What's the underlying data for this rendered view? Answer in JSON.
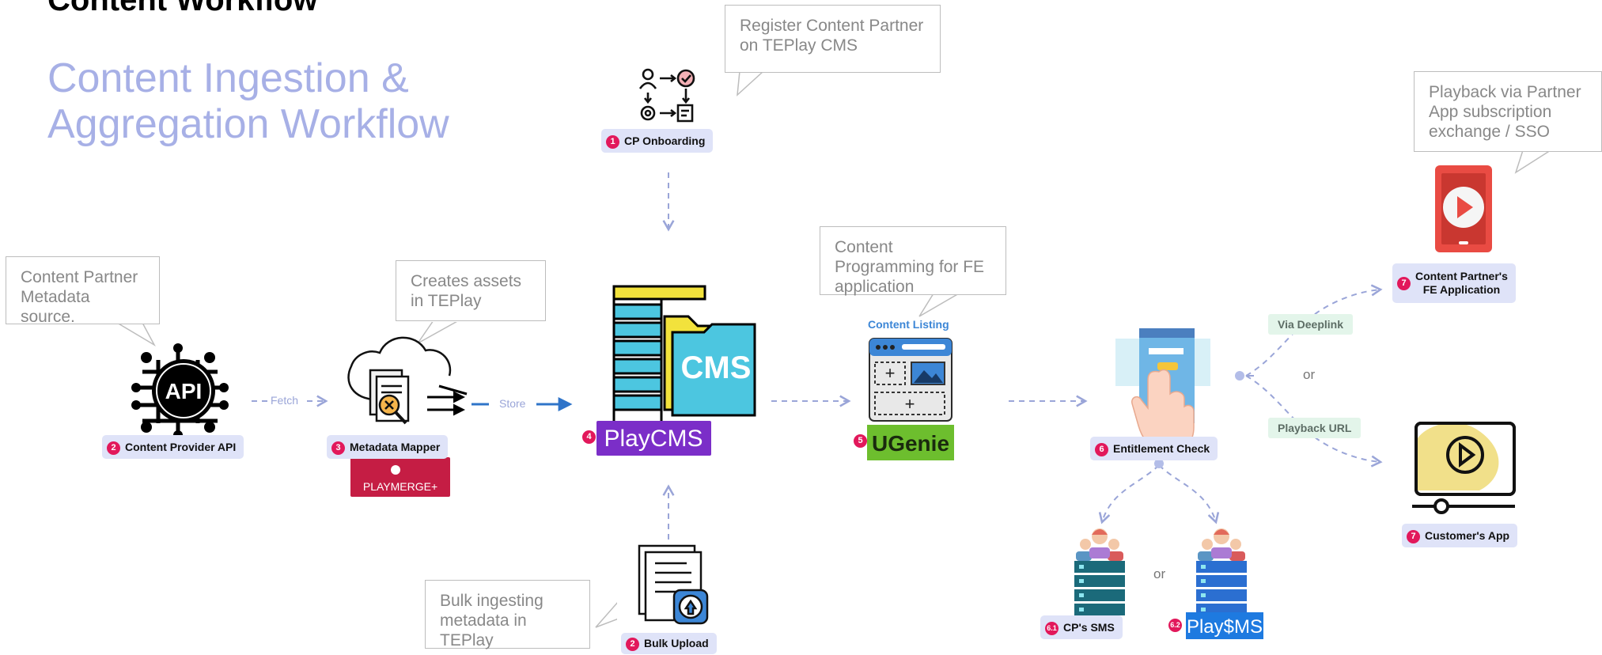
{
  "header": {
    "top_heading": "Content Workflow",
    "title": "Content Ingestion & Aggregation Workflow"
  },
  "callouts": {
    "register": "Register Content Partner on TEPlay CMS",
    "metadata_source": "Content Partner Metadata source.",
    "creates_assets": "Creates assets in TEPlay",
    "programming": "Content Programming for FE application",
    "playback_partner": "Playback via Partner App subscription exchange / SSO",
    "bulk": "Bulk ingesting metadata in TEPlay"
  },
  "nodes": {
    "cp_onboarding": {
      "num": "1",
      "label": "CP Onboarding"
    },
    "content_provider_api": {
      "num": "2",
      "label": "Content Provider API",
      "icon": "API"
    },
    "metadata_mapper": {
      "num": "3",
      "label": "Metadata Mapper",
      "logo": "PLAYMERGE+"
    },
    "playcms": {
      "num": "4",
      "logo": "PlayCMS",
      "icon": "CMS"
    },
    "ugenie": {
      "num": "5",
      "logo": "UGenie",
      "listing": "Content Listing"
    },
    "entitlement": {
      "num": "6",
      "label": "Entitlement Check"
    },
    "cp_sms": {
      "num": "6.1",
      "label": "CP's SMS"
    },
    "play_sms": {
      "num": "6.2",
      "logo": "Play$MS"
    },
    "partner_fe": {
      "num": "7",
      "label": "Content Partner's\nFE Application"
    },
    "customer_app": {
      "num": "7",
      "label": "Customer's App"
    },
    "bulk_upload": {
      "num": "2",
      "label": "Bulk Upload"
    }
  },
  "edges": {
    "fetch": "Fetch",
    "store": "Store",
    "via_deeplink": "Via Deeplink",
    "playback_url": "Playback URL",
    "or": "or"
  },
  "colors": {
    "accent": "#a7b0e6",
    "badge": "#e2185b",
    "label_bg": "#dfe3f8",
    "dash": "#9aa5d8"
  }
}
